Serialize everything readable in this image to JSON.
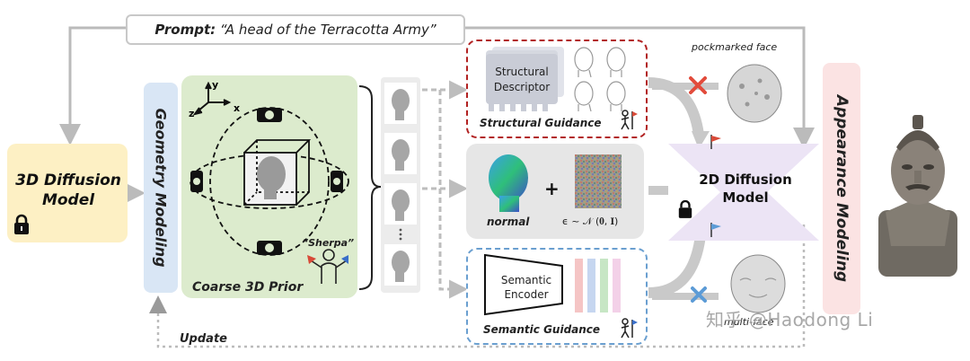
{
  "prompt": {
    "label": "Prompt:",
    "text": "“A head of the Terracotta Army”"
  },
  "diffusion_3d": {
    "title_line1": "3D Diffusion",
    "title_line2": "Model"
  },
  "geometry_modeling": "Geometry Modeling",
  "coarse_prior": {
    "title": "Coarse 3D Prior",
    "sherpa": "“Sherpa”",
    "axes": {
      "y": "y",
      "z": "z",
      "x": "x"
    }
  },
  "structural": {
    "descriptor_line1": "Structural",
    "descriptor_line2": "Descriptor",
    "caption": "Structural Guidance"
  },
  "normal": {
    "label": "normal",
    "plus": "+",
    "noise_formula": "ϵ ~ 𝒩 (𝟎, 𝐈)"
  },
  "semantic": {
    "encoder_line1": "Semantic",
    "encoder_line2": "Encoder",
    "caption": "Semantic Guidance"
  },
  "diffusion_2d": {
    "title_line1": "2D Diffusion",
    "title_line2": "Model"
  },
  "appearance_modeling": "Appearance Modeling",
  "outputs": {
    "top_label": "pockmarked face",
    "bottom_label": "multi-face"
  },
  "update": "Update",
  "watermark": "知乎 @Haodong Li",
  "colors": {
    "diffusion3d_bg": "#fdf0c4",
    "geometry_bg": "#d9e6f5",
    "prior_bg": "#dcebcd",
    "appearance_bg": "#fbe3e3",
    "diffusion2d_bg": "#ece4f5",
    "structural_border": "#b22222",
    "semantic_border": "#6a9fd0",
    "cross_red": "#e24b3b",
    "cross_blue": "#5c9bd6"
  }
}
